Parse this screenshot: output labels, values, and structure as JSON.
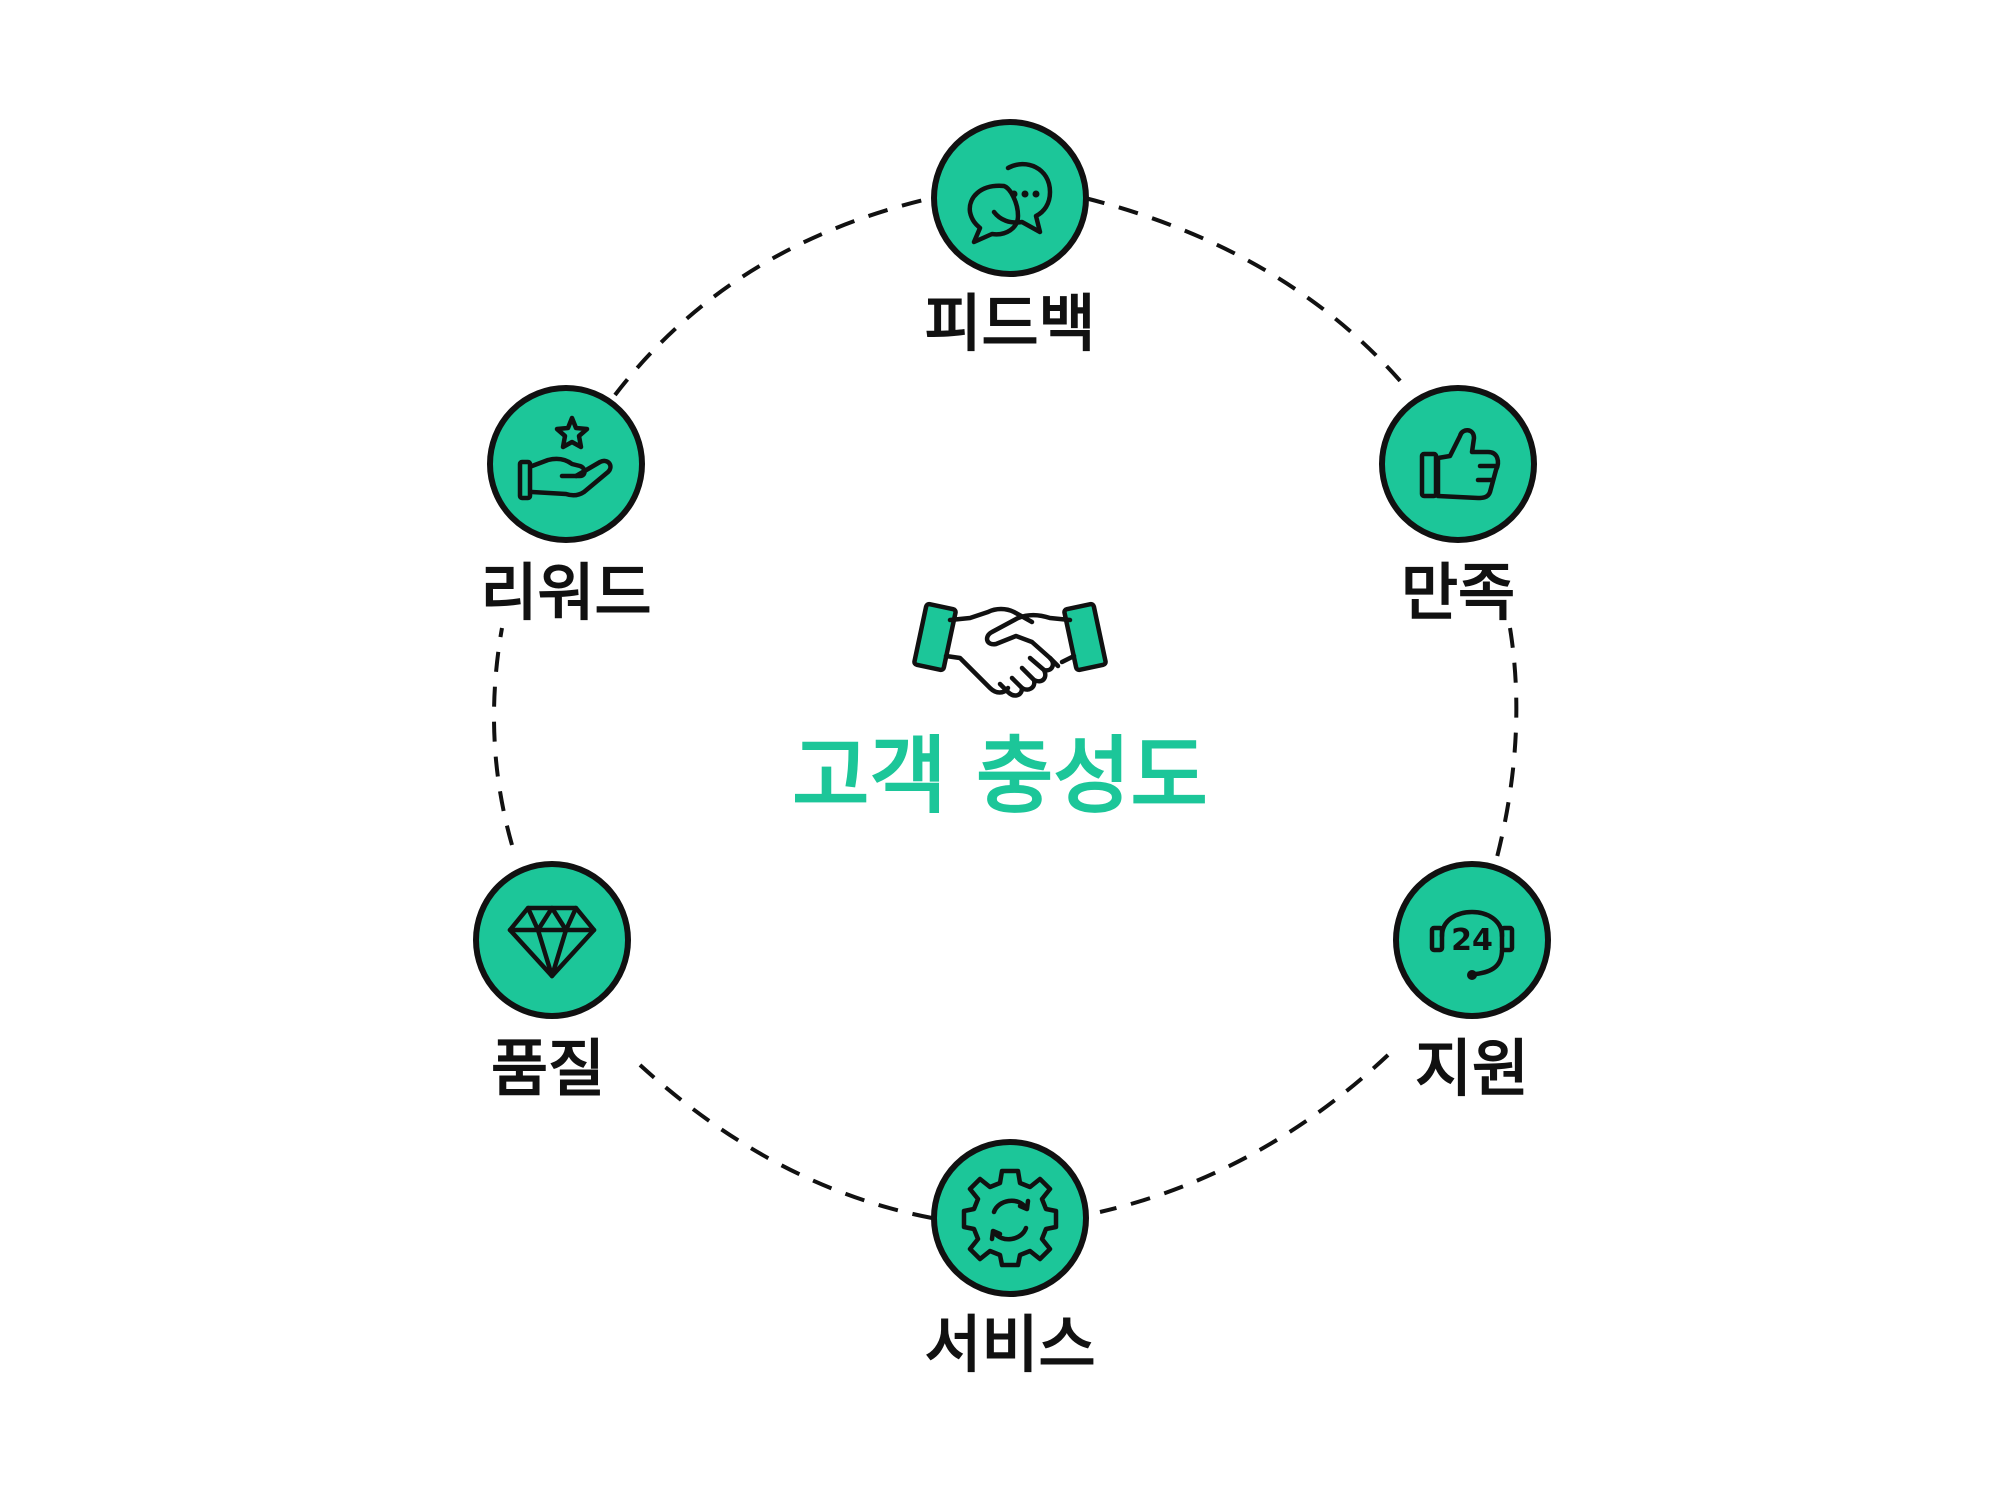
{
  "title": "고객 충성도",
  "colors": {
    "accent": "#1cc699",
    "outline": "#111111",
    "background": "#ffffff"
  },
  "center_icon": "handshake-icon",
  "nodes": [
    {
      "label": "피드백",
      "icon": "chat-bubbles-icon"
    },
    {
      "label": "만족",
      "icon": "thumbs-up-icon"
    },
    {
      "label": "지원",
      "icon": "headset-24-icon"
    },
    {
      "label": "서비스",
      "icon": "gear-refresh-icon"
    },
    {
      "label": "품질",
      "icon": "diamond-icon"
    },
    {
      "label": "리워드",
      "icon": "hand-star-icon"
    }
  ]
}
